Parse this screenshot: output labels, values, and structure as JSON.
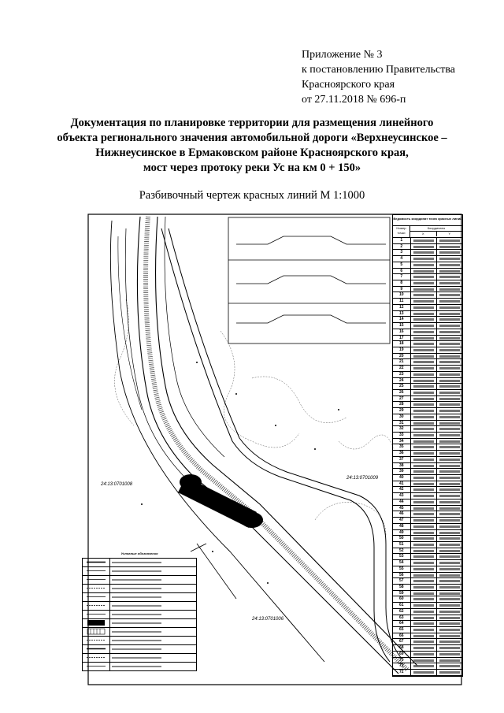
{
  "appendix": {
    "line1": "Приложение № 3",
    "line2": "к постановлению Правительства",
    "line3": "Красноярского края",
    "line4": "от 27.11.2018 № 696-п"
  },
  "title": {
    "line1": "Документация по планировке территории для размещения линейного",
    "line2": "объекта регионального значения автомобильной дороги «Верхнеусинское –",
    "line3": "Нижнеусинское в Ермаковском районе Красноярского края,",
    "line4": "мост через протоку реки Ус на км 0 + 150»"
  },
  "subtitle": "Разбивочный чертеж красных линий М 1:1000",
  "drawing": {
    "cadastral_labels": [
      "24:13:0701008",
      "24:13:0701009",
      "24:13:0701006"
    ],
    "table": {
      "header": "Ведомость координат точек красных линий",
      "col_point": "Номер точки",
      "col_coords": "Координаты",
      "col_x": "X",
      "col_y": "Y",
      "points": [
        1,
        2,
        3,
        4,
        5,
        6,
        7,
        8,
        9,
        10,
        11,
        12,
        13,
        14,
        15,
        16,
        17,
        18,
        19,
        20,
        21,
        22,
        23,
        24,
        25,
        26,
        27,
        28,
        29,
        30,
        31,
        32,
        33,
        34,
        35,
        36,
        37,
        38,
        39,
        40,
        41,
        42,
        43,
        44,
        45,
        46,
        47,
        48,
        49,
        50,
        51,
        52,
        53,
        54,
        55,
        56,
        57,
        58,
        59,
        60,
        61,
        62,
        63,
        64,
        65,
        66,
        67,
        68,
        69,
        70,
        71,
        72
      ]
    },
    "legend_title": "Условные обозначения"
  }
}
